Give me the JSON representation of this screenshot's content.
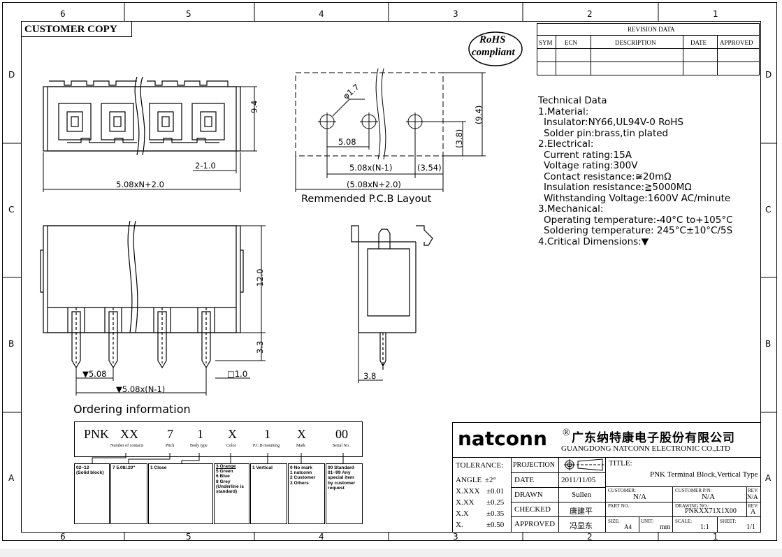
{
  "sheet": {
    "stamp": "CUSTOMER COPY",
    "rohs": [
      "RoHS",
      "compliant"
    ],
    "zones_top": [
      "6",
      "5",
      "4",
      "3",
      "2",
      "1"
    ],
    "zones_side": [
      "D",
      "C",
      "B",
      "A"
    ]
  },
  "revision": {
    "title": "REVISION DATA",
    "columns": [
      "SYM",
      "ECN",
      "DESCRIPTION",
      "DATE",
      "APPROVED"
    ]
  },
  "technical": {
    "lines": [
      "Technical Data",
      "1.Material:",
      " Insulator:NY66,UL94V-0 RoHS",
      " Solder pin:brass,tin plated",
      "2.Electrical:",
      " Current rating:15A",
      " Voltage rating:300V",
      " Contact resistance:≆20mΩ",
      " Insulation resistance:≧5000MΩ",
      " Withstanding Voltage:1600V AC/minute",
      "3.Mechanical:",
      " Operating temperature:-40°C to+105°C",
      " Soldering temperature: 245°C±10°C/5S",
      "4.Critical Dimensions:▼"
    ]
  },
  "dims": {
    "top_height": "9.4",
    "top_pitch_gap": "2-1.0",
    "top_overall": "5.08xN+2.0",
    "pcb_hole": "φ1.7",
    "pcb_pitch": "5.08",
    "pcb_span": "5.08x(N-1)",
    "pcb_edge": "(3.54)",
    "pcb_overall": "(5.08xN+2.0)",
    "pcb_height": "(9.4)",
    "pcb_row": "(3.8)",
    "pcb_caption": "Remmended P.C.B Layout",
    "front_height": "12.0",
    "front_pin": "3.3",
    "front_pitch": "▼5.08",
    "front_span": "▼5.08x(N-1)",
    "front_pin_size": "□1.0",
    "side_width": "3.8"
  },
  "ordering": {
    "title": "Ordering information",
    "codes": [
      {
        "code": "PNK",
        "label": ""
      },
      {
        "code": "XX",
        "label": "Number of contacts"
      },
      {
        "code": "7",
        "label": "Pitch"
      },
      {
        "code": "1",
        "label": "Body type"
      },
      {
        "code": "X",
        "label": "Color"
      },
      {
        "code": "1",
        "label": "P.C.B mounting"
      },
      {
        "code": "X",
        "label": "Mark"
      },
      {
        "code": "00",
        "label": "Serial No."
      }
    ],
    "boxes": [
      [
        "02~12",
        "(Solid block)"
      ],
      [
        "7 5.08/.20\""
      ],
      [
        "1 Close"
      ],
      [
        "3 Orange",
        "5 Green",
        "6 Blue",
        "8 Grey",
        "(Underline is",
        "standard)"
      ],
      [
        "1 Vertical"
      ],
      [
        "0 No mark",
        "1 natconn",
        "2 Customer",
        "3 Others"
      ],
      [
        "00 Standard",
        "01~99 Any",
        "special item",
        "by customer",
        "request"
      ]
    ]
  },
  "title_block": {
    "brand": "natconn",
    "reg": "®",
    "company_cn": "广东纳特康电子股份有限公司",
    "company_en": "GUANGDONG NATCONN ELECTRONIC CO.,LTD",
    "tolerance_label": "TOLERANCE:",
    "tolerances": [
      {
        "k": "ANGLE",
        "v": "±2°"
      },
      {
        "k": "X.XXX",
        "v": "±0.01"
      },
      {
        "k": "X.XX",
        "v": "±0.25"
      },
      {
        "k": "X.X",
        "v": "±0.35"
      },
      {
        "k": "X.",
        "v": "±0.50"
      }
    ],
    "projection": "PROJECTION",
    "rows": [
      {
        "k": "DATE",
        "v": "2011/11/05"
      },
      {
        "k": "DRAWN",
        "v": "Sullen"
      },
      {
        "k": "CHECKED",
        "v": "唐建平"
      },
      {
        "k": "APPROVED",
        "v": "冯显东"
      }
    ],
    "title_label": "TITLE:",
    "title": "PNK  Terminal Block,Vertical Type",
    "customer_label": "CUSTOMER:",
    "customer": "N/A",
    "customer_pn_label": "CUSTOMER P/N:",
    "customer_pn": "N/A",
    "rev_label": "REV:",
    "rev1": "N/A",
    "part_no_label": "PART NO.:",
    "drawing_no_label": "DRAWING NO.:",
    "drawing_no": "PNKXX71X1X00",
    "rev2": "A",
    "size_label": "SIZE:",
    "size": "A4",
    "unit_label": "UNIT:",
    "unit": "mm",
    "scale_label": "SCALE:",
    "scale": "1:1",
    "sheet_label": "SHEET:",
    "sheet": "1/1"
  }
}
